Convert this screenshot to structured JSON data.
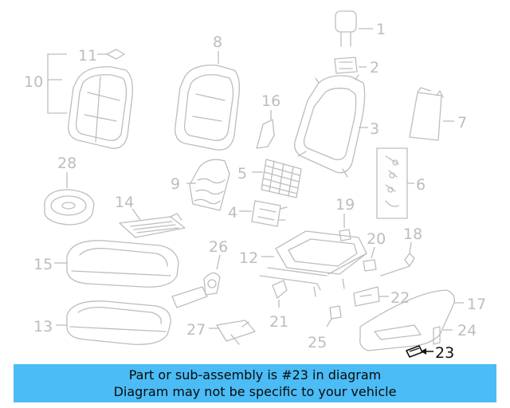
{
  "diagram": {
    "highlighted_part": "23",
    "labels": [
      "1",
      "2",
      "3",
      "4",
      "5",
      "6",
      "7",
      "8",
      "9",
      "10",
      "11",
      "12",
      "13",
      "14",
      "15",
      "16",
      "17",
      "18",
      "19",
      "20",
      "21",
      "22",
      "23",
      "24",
      "25",
      "26",
      "27",
      "28"
    ]
  },
  "banner": {
    "line1": "Part or sub-assembly is #23 in diagram",
    "line2": "Diagram may not be specific to your vehicle"
  },
  "colors": {
    "banner_bg": "#4bbcf5",
    "line_gray": "#bdbdbd",
    "highlight": "#111111"
  }
}
